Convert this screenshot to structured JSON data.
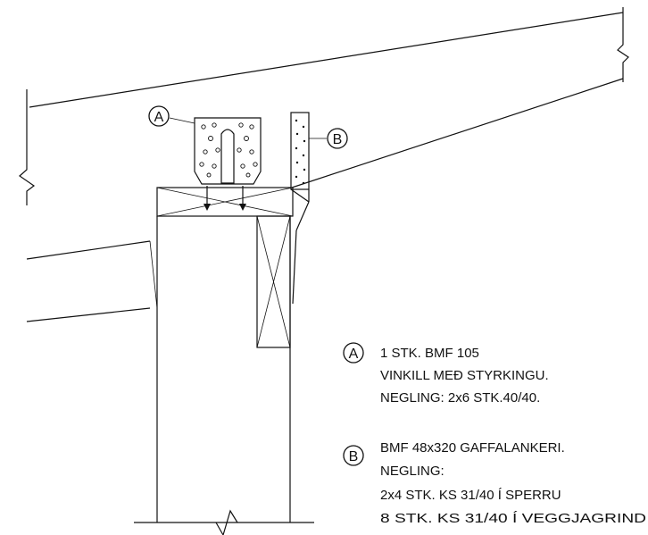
{
  "callouts": [
    {
      "id": "A",
      "letter": "A"
    },
    {
      "id": "B",
      "letter": "B"
    }
  ],
  "notes": {
    "A": {
      "letter": "A",
      "lines": [
        "1 STK. BMF 105",
        "VINKILL MEÐ STYRKINGU.",
        "NEGLING: 2x6 STK.40/40."
      ]
    },
    "B": {
      "letter": "B",
      "lines": [
        "BMF 48x320 GAFFALANKERI.",
        "NEGLING:",
        "2x4 STK. KS 31/40 Í SPERRU",
        "8 STK. KS 31/40 Í VEGGJAGRIND"
      ]
    }
  }
}
